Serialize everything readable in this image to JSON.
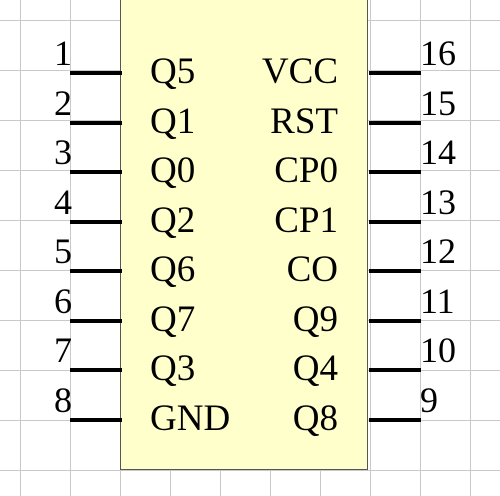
{
  "chip": {
    "left_pins": [
      {
        "number": "1",
        "signal": "Q5"
      },
      {
        "number": "2",
        "signal": "Q1"
      },
      {
        "number": "3",
        "signal": "Q0"
      },
      {
        "number": "4",
        "signal": "Q2"
      },
      {
        "number": "5",
        "signal": "Q6"
      },
      {
        "number": "6",
        "signal": "Q7"
      },
      {
        "number": "7",
        "signal": "Q3"
      },
      {
        "number": "8",
        "signal": "GND"
      }
    ],
    "right_pins": [
      {
        "number": "16",
        "signal": "VCC"
      },
      {
        "number": "15",
        "signal": "RST"
      },
      {
        "number": "14",
        "signal": "CP0"
      },
      {
        "number": "13",
        "signal": "CP1"
      },
      {
        "number": "12",
        "signal": "CO"
      },
      {
        "number": "11",
        "signal": "Q9"
      },
      {
        "number": "10",
        "signal": "Q4"
      },
      {
        "number": "9",
        "signal": "Q8"
      }
    ]
  },
  "colors": {
    "body_fill": "#ffffcc",
    "grid": "#c9c9c9",
    "pins": "#000000"
  }
}
